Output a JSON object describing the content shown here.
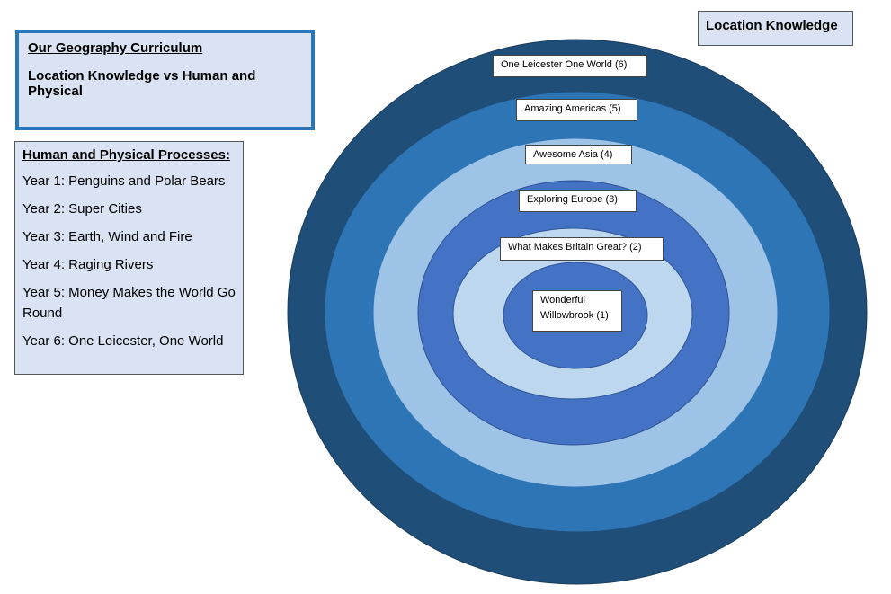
{
  "header": {
    "title": "Our Geography Curriculum",
    "subtitle": "Location Knowledge vs Human and Physical"
  },
  "human_physical": {
    "heading": "Human and Physical Processes:",
    "years": [
      "Year 1: Penguins and Polar Bears",
      "Year 2: Super Cities",
      "Year 3: Earth, Wind and Fire",
      "Year 4: Raging Rivers",
      "Year 5: Money Makes the World Go Round",
      "Year 6: One Leicester, One World"
    ]
  },
  "location_knowledge": {
    "heading": "Location Knowledge",
    "rings": [
      {
        "label": "One Leicester One World (6)",
        "color": "#1f4e79"
      },
      {
        "label": "Amazing Americas (5)",
        "color": "#2e75b6"
      },
      {
        "label": "Awesome Asia (4)",
        "color": "#9dc3e6"
      },
      {
        "label": "Exploring Europe (3)",
        "color": "#4472c4"
      },
      {
        "label": "What Makes Britain Great? (2)",
        "color": "#bdd7ee"
      },
      {
        "label": "Wonderful Willowbrook (1)",
        "color": "#4472c4"
      }
    ]
  }
}
